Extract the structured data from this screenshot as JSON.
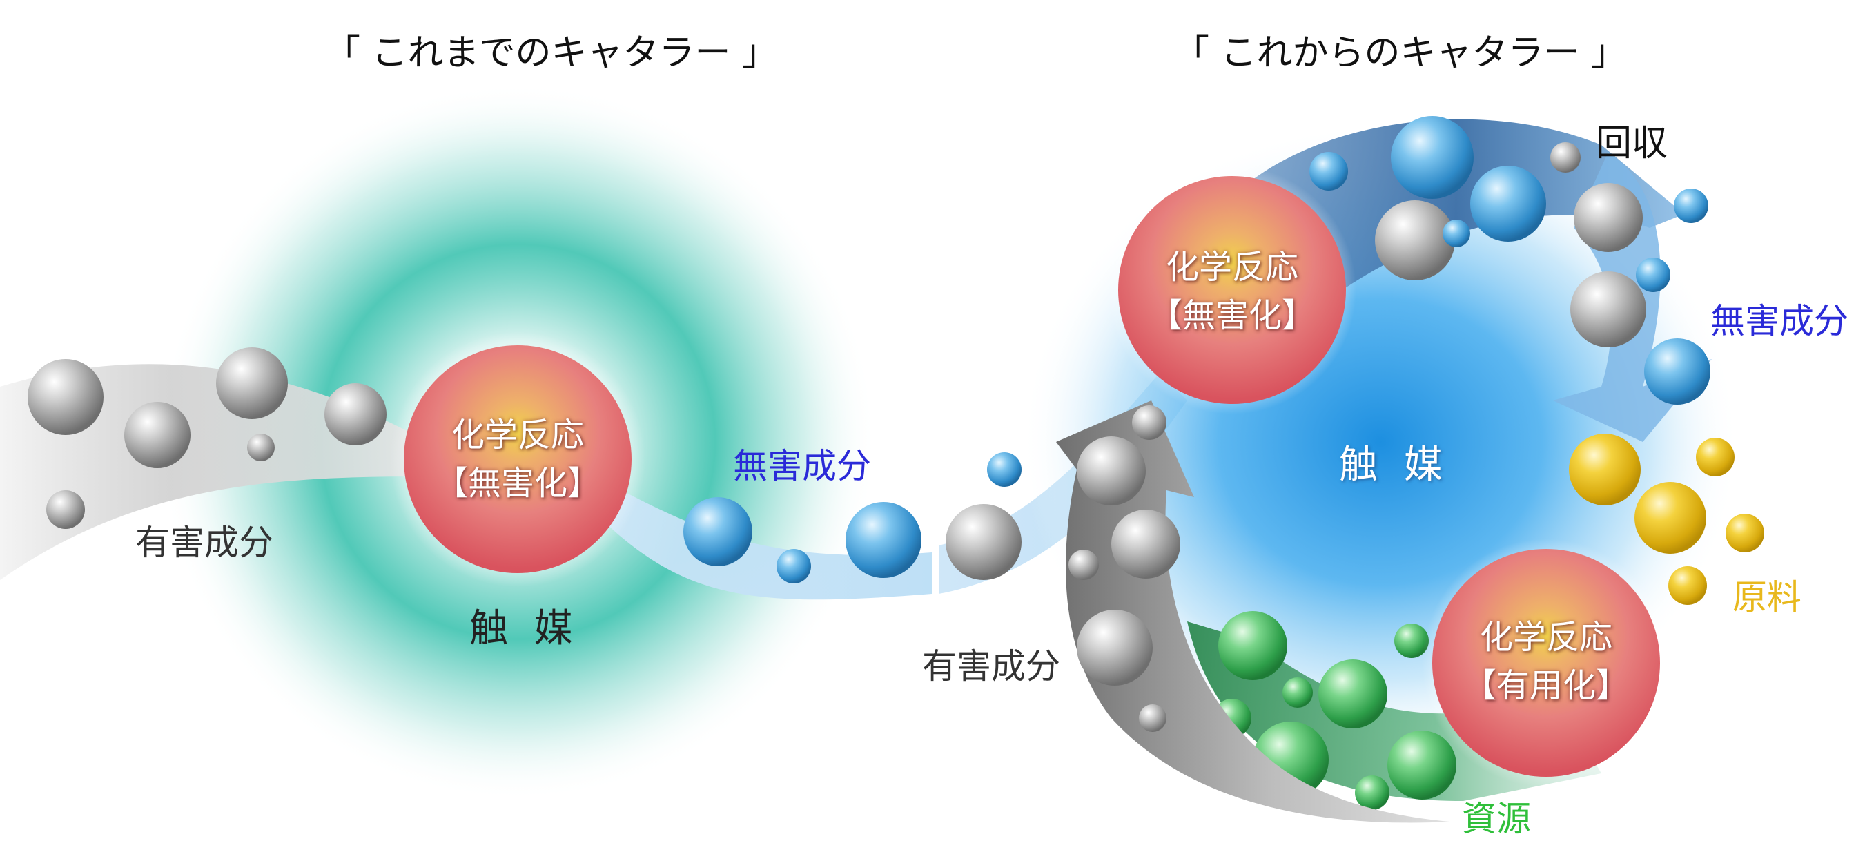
{
  "titles": {
    "left": "「 これまでのキャタラー 」",
    "right": "「 これからのキャタラー 」"
  },
  "left": {
    "input_label": "有害成分",
    "node_line1": "化学反応",
    "node_line2": "【無害化】",
    "catalyst_label": "触 媒",
    "output_label": "無害成分"
  },
  "right": {
    "input_label": "有害成分",
    "catalyst_label": "触 媒",
    "node_top_line1": "化学反応",
    "node_top_line2": "【無害化】",
    "node_bottom_line1": "化学反応",
    "node_bottom_line2": "【有用化】",
    "collect_label": "回収",
    "output_label": "無害成分",
    "raw_material_label": "原料",
    "resource_label": "資源"
  },
  "colors": {
    "harmful_gray": "#9a9a9a",
    "harmless_blue": "#2a2ad8",
    "raw_yellow": "#e8b81c",
    "resource_green": "#2fbf3a",
    "catalyst_teal": "#3ec3b0",
    "catalyst_blue": "#3aa6ee",
    "reaction_pink": "#e96a6a"
  }
}
